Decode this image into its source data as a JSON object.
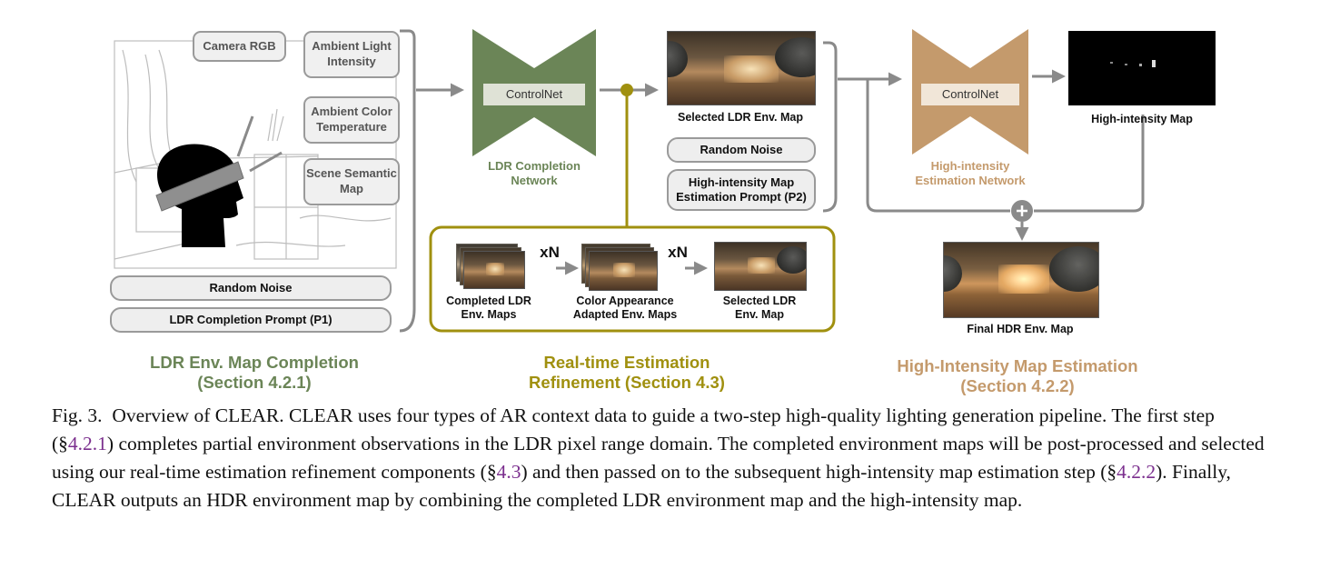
{
  "left_panel": {
    "bubbles": [
      "Camera RGB",
      "Ambient Light Intensity",
      "Ambient Color Temperature",
      "Scene Semantic Map"
    ],
    "random_noise": "Random Noise",
    "prompt": "LDR Completion Prompt (P1)",
    "section_title_1": "LDR Env. Map Completion",
    "section_title_2": "(Section 4.2.1)"
  },
  "ldr_network": {
    "inner_label": "ControlNet",
    "label_1": "LDR Completion",
    "label_2": "Network"
  },
  "middle_column": {
    "selected_ldr": "Selected LDR Env. Map",
    "random_noise": "Random Noise",
    "prompt_1": "High-intensity Map",
    "prompt_2": "Estimation Prompt (P2)"
  },
  "refinement": {
    "xn": "xN",
    "completed_1": "Completed LDR",
    "completed_2": "Env. Maps",
    "adapted_1": "Color Appearance",
    "adapted_2": "Adapted Env. Maps",
    "selected_1": "Selected LDR",
    "selected_2": "Env. Map",
    "section_title_1": "Real-time Estimation",
    "section_title_2": "Refinement (Section 4.3)"
  },
  "hi_network": {
    "inner_label": "ControlNet",
    "label_1": "High-intensity",
    "label_2": "Estimation Network"
  },
  "right_column": {
    "hi_map": "High-intensity Map",
    "final_hdr": "Final HDR Env. Map",
    "section_title_1": "High-Intensity Map Estimation",
    "section_title_2": "(Section 4.2.2)"
  },
  "caption": {
    "fig": "Fig. 3.",
    "text_a": "Overview of ",
    "name": "CLEAR",
    "text_b": ". ",
    "text_c": " uses four types of AR context data to guide a two-step high-quality lighting generation pipeline. The first step (§",
    "ref1": "4.2.1",
    "text_d": ") completes partial environment observations in the LDR pixel range domain. The completed environment maps will be post-processed and selected using our real-time estimation refinement components (§",
    "ref2": "4.3",
    "text_e": ") and then passed on to the subsequent high-intensity map estimation step (§",
    "ref3": "4.2.2",
    "text_f": "). Finally, ",
    "text_g": " outputs an HDR environment map by combining the completed LDR environment map and the high-intensity map."
  },
  "colors": {
    "green": "#6b8557",
    "gold": "#a0900f",
    "tan": "#c49a6c",
    "gray": "#8a8a8a"
  }
}
